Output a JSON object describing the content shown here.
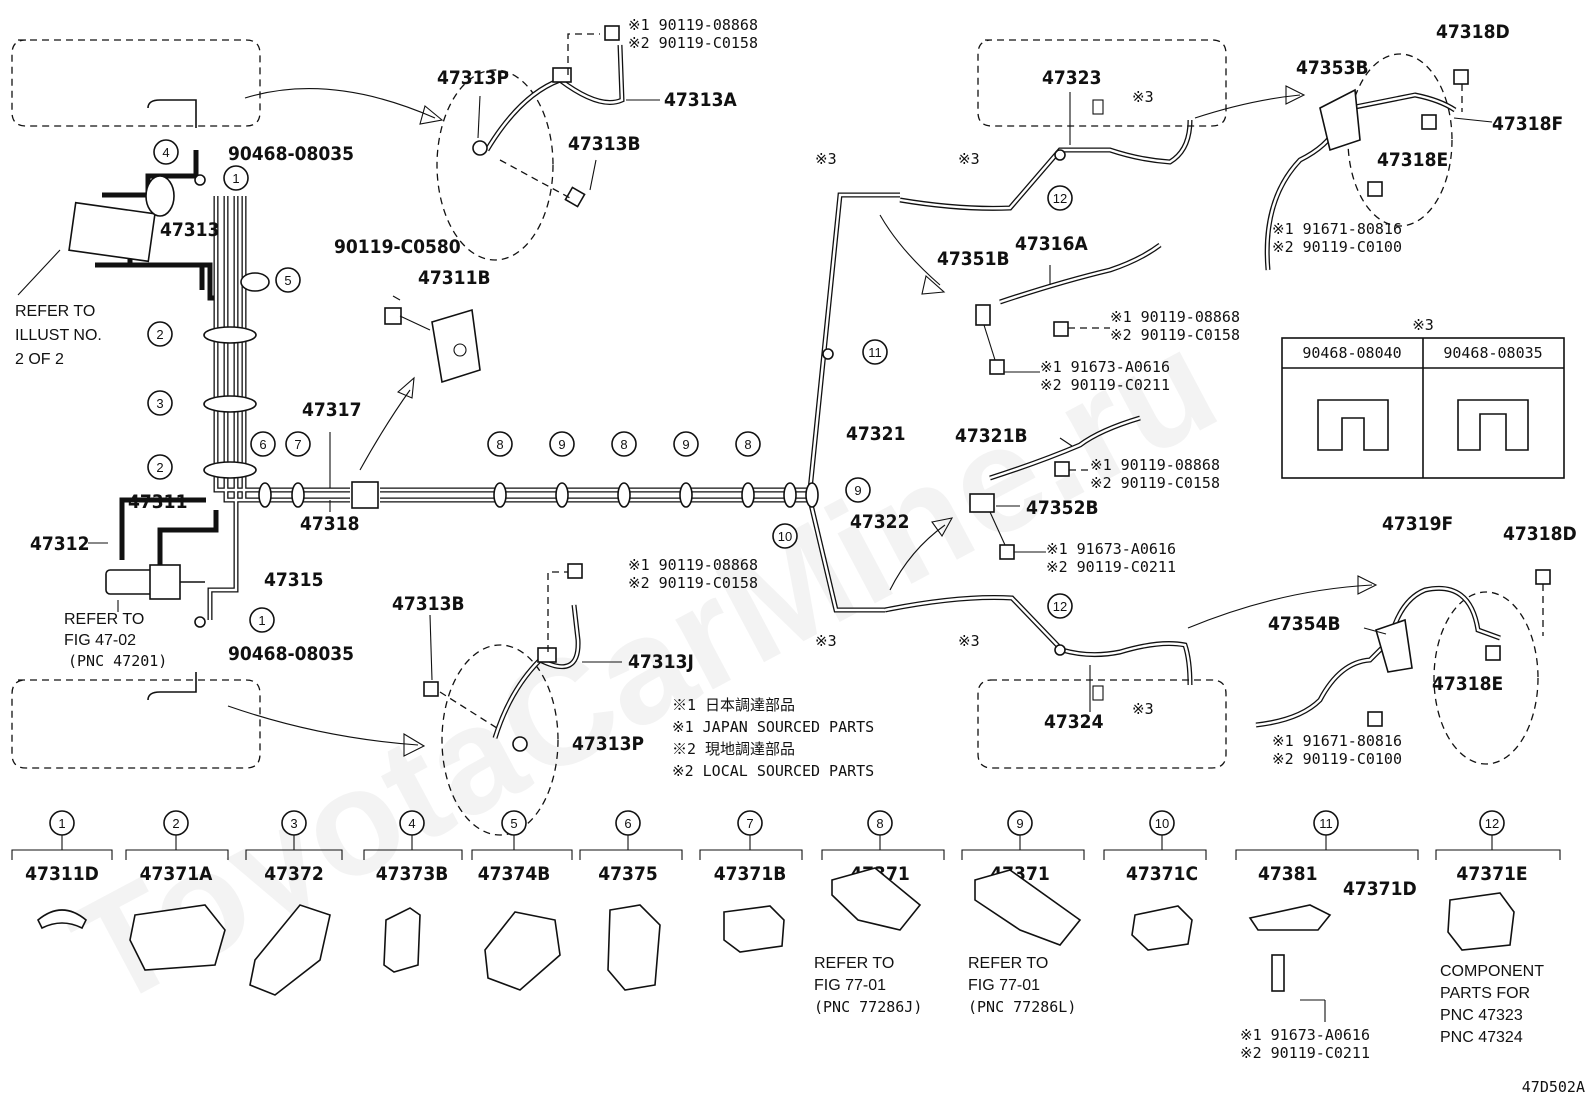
{
  "watermark": "ToyotaCarMine.ru",
  "figure_code": "47D502A",
  "labels": {
    "p47313P_top": "47313P",
    "p47313A": "47313A",
    "p47313B_top": "47313B",
    "p90468_top": "90468-08035",
    "p47313": "47313",
    "refer_illust": [
      "REFER TO",
      "ILLUST NO.",
      "2 OF 2"
    ],
    "p90119_C0580": "90119-C0580",
    "p47311B": "47311B",
    "p47317": "47317",
    "p47318": "47318",
    "p47311": "47311",
    "p47312": "47312",
    "p47315": "47315",
    "refer_fig4702": [
      "REFER TO",
      "FIG 47-02",
      "(PNC 47201)"
    ],
    "p90468_bot": "90468-08035",
    "p47313B_bot": "47313B",
    "p47313J": "47313J",
    "p47313P_bot": "47313P",
    "p47321": "47321",
    "p47322": "47322",
    "p47323": "47323",
    "p47324": "47324",
    "p47351B": "47351B",
    "p47316A": "47316A",
    "p47321B": "47321B",
    "p47352B": "47352B",
    "p47353B": "47353B",
    "p47318D_top": "47318D",
    "p47318F": "47318F",
    "p47318E_top": "47318E",
    "p47319F": "47319F",
    "p47318D_bot": "47318D",
    "p47354B": "47354B",
    "p47318E_bot": "47318E"
  },
  "bolt_pairs": {
    "top_center": [
      "※1 90119-08868",
      "※2 90119-C0158"
    ],
    "mid_center": [
      "※1 90119-08868",
      "※2 90119-C0158"
    ],
    "r_47316A": [
      "※1 90119-08868",
      "※2 90119-C0158"
    ],
    "r_47351B": [
      "※1 91673-A0616",
      "※2 90119-C0211"
    ],
    "r_47321B": [
      "※1 90119-08868",
      "※2 90119-C0158"
    ],
    "r_47352B": [
      "※1 91673-A0616",
      "※2 90119-C0211"
    ],
    "r_top_right": [
      "※1 91671-80816",
      "※2 90119-C0100"
    ],
    "r_bot_right": [
      "※1 91671-80816",
      "※2 90119-C0100"
    ],
    "c_47381": [
      "※1 91673-A0616",
      "※2 90119-C0211"
    ]
  },
  "note3": "※3",
  "legend": [
    "※1 日本調達部品",
    "※1 JAPAN SOURCED PARTS",
    "※2 現地調達部品",
    "※2 LOCAL SOURCED PARTS"
  ],
  "clip_table": {
    "header": "※3",
    "cols": [
      "90468-08040",
      "90468-08035"
    ]
  },
  "callout_nums": [
    "1",
    "2",
    "3",
    "4",
    "5",
    "6",
    "7",
    "8",
    "9",
    "10",
    "11",
    "12"
  ],
  "components": [
    {
      "num": "1",
      "part": "47311D"
    },
    {
      "num": "2",
      "part": "47371A"
    },
    {
      "num": "3",
      "part": "47372"
    },
    {
      "num": "4",
      "part": "47373B"
    },
    {
      "num": "5",
      "part": "47374B"
    },
    {
      "num": "6",
      "part": "47375"
    },
    {
      "num": "7",
      "part": "47371B"
    },
    {
      "num": "8",
      "part": "47371",
      "note": [
        "REFER TO",
        "FIG 77-01",
        "(PNC 77286J)"
      ]
    },
    {
      "num": "9",
      "part": "47371",
      "note": [
        "REFER TO",
        "FIG 77-01",
        "(PNC 77286L)"
      ]
    },
    {
      "num": "10",
      "part": "47371C"
    },
    {
      "num": "11",
      "part": "47381",
      "part2": "47371D"
    },
    {
      "num": "12",
      "part": "47371E",
      "note": [
        "COMPONENT",
        "PARTS FOR",
        "PNC 47323",
        "PNC 47324"
      ]
    }
  ]
}
